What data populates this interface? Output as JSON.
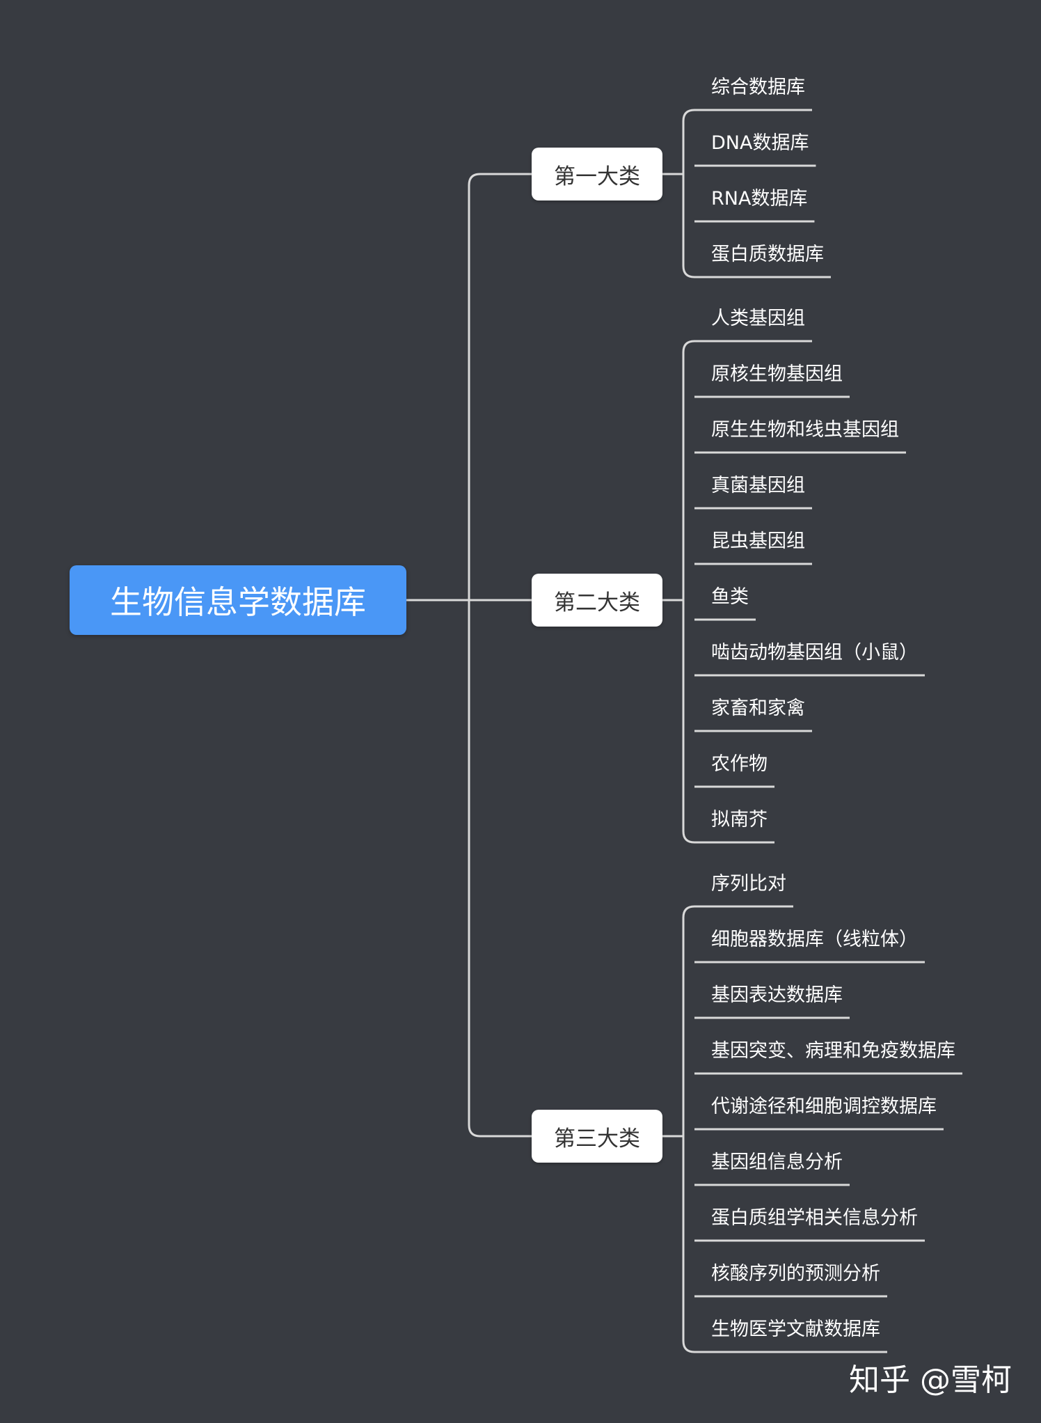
{
  "root": {
    "label": "生物信息学数据库"
  },
  "branches": [
    {
      "label": "第一大类",
      "leaves": [
        "综合数据库",
        "DNA数据库",
        "RNA数据库",
        "蛋白质数据库"
      ]
    },
    {
      "label": "第二大类",
      "leaves": [
        "人类基因组",
        "原核生物基因组",
        "原生生物和线虫基因组",
        "真菌基因组",
        "昆虫基因组",
        "鱼类",
        "啮齿动物基因组（小鼠）",
        "家畜和家禽",
        "农作物",
        "拟南芥"
      ]
    },
    {
      "label": "第三大类",
      "leaves": [
        "序列比对",
        "细胞器数据库（线粒体）",
        "基因表达数据库",
        "基因突变、病理和免疫数据库",
        "代谢途径和细胞调控数据库",
        "基因组信息分析",
        "蛋白质组学相关信息分析",
        "核酸序列的预测分析",
        "生物医学文献数据库"
      ]
    }
  ],
  "watermark": "知乎 @雪柯",
  "colors": {
    "background": "#383b41",
    "root": "#4a97f6",
    "branch": "#ffffff",
    "line": "#d9d9d9"
  }
}
